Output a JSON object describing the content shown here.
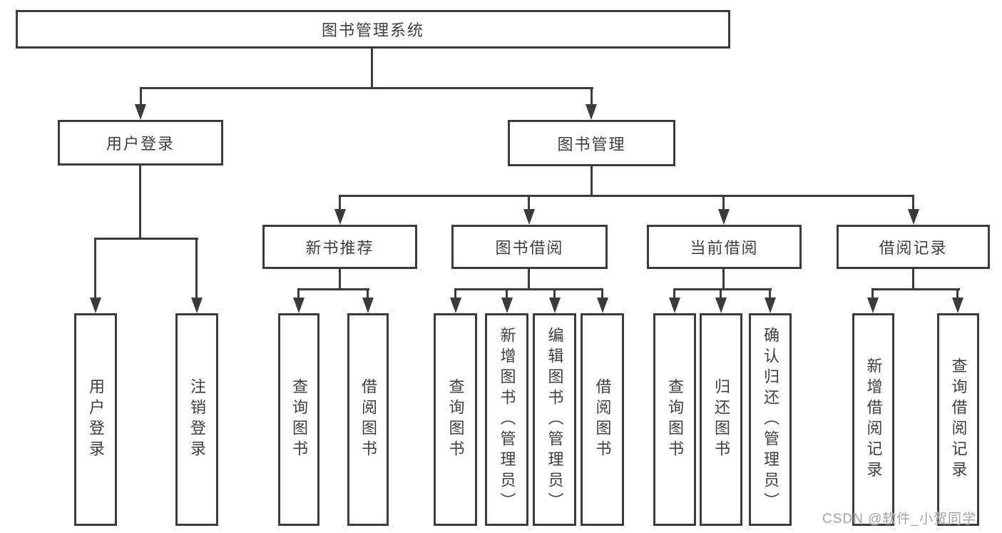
{
  "diagram": {
    "root": {
      "label": "图书管理系统"
    },
    "branches": [
      {
        "label": "用户登录"
      },
      {
        "label": "图书管理"
      }
    ],
    "modules": [
      {
        "label": "新书推荐"
      },
      {
        "label": "图书借阅"
      },
      {
        "label": "当前借阅"
      },
      {
        "label": "借阅记录"
      }
    ],
    "leaves": [
      {
        "label": "用户登录"
      },
      {
        "label": "注销登录"
      },
      {
        "label": "查询图书"
      },
      {
        "label": "借阅图书"
      },
      {
        "label": "查询图书"
      },
      {
        "label": "新增图书（管理员）"
      },
      {
        "label": "编辑图书（管理员）"
      },
      {
        "label": "借阅图书"
      },
      {
        "label": "查询图书"
      },
      {
        "label": "归还图书"
      },
      {
        "label": "确认归还（管理员）"
      },
      {
        "label": "新增借阅记录"
      },
      {
        "label": "查询借阅记录"
      }
    ]
  },
  "watermark": {
    "text": "CSDN @软件_小贺同学"
  },
  "colors": {
    "line": "#3b3b3b",
    "text": "#3f3f3f",
    "background": "#ffffff",
    "watermark": "#a3a3a3"
  }
}
